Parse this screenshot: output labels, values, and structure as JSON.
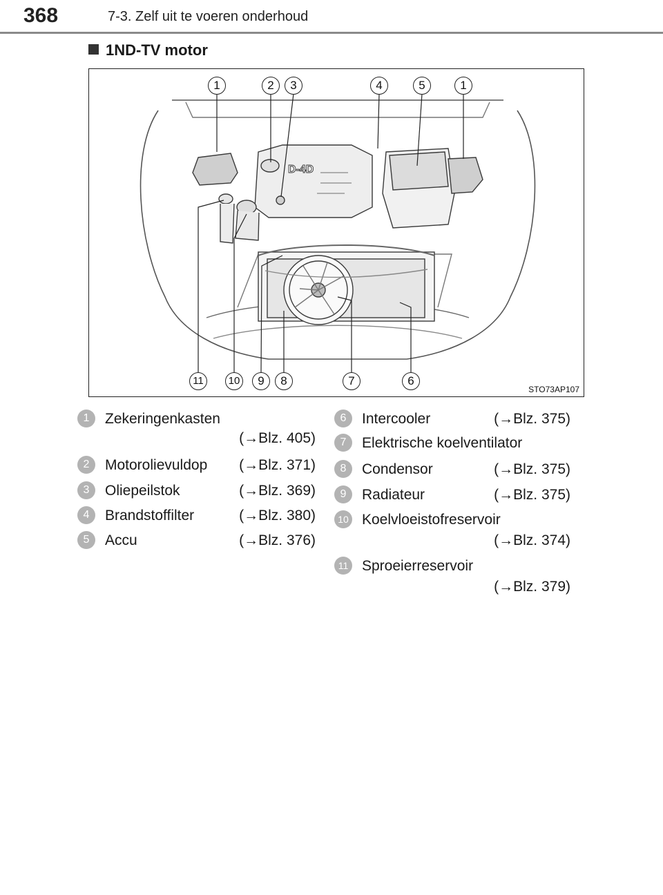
{
  "header": {
    "page_number": "368",
    "chapter_title": "7-3. Zelf uit te voeren onderhoud"
  },
  "section": {
    "title": "1ND-TV motor"
  },
  "figure": {
    "code": "STO73AP107",
    "engine_badge": "D-4D",
    "top_callouts": [
      "1",
      "2",
      "3",
      "4",
      "5",
      "1"
    ],
    "bottom_callouts": [
      "11",
      "10",
      "9",
      "8",
      "7",
      "6"
    ]
  },
  "legend": {
    "left": [
      {
        "num": "1",
        "name": "Zekeringenkasten",
        "ref": "(→Blz. 405)"
      },
      {
        "num": "2",
        "name": "Motorolievuldop",
        "ref": "(→Blz. 371)"
      },
      {
        "num": "3",
        "name": "Oliepeilstok",
        "ref": "(→Blz. 369)"
      },
      {
        "num": "4",
        "name": "Brandstoffilter",
        "ref": "(→Blz. 380)"
      },
      {
        "num": "5",
        "name": "Accu",
        "ref": "(→Blz. 376)"
      }
    ],
    "right": [
      {
        "num": "6",
        "name": "Intercooler",
        "ref": "(→Blz. 375)"
      },
      {
        "num": "7",
        "name": "Elektrische koelventilator",
        "ref": ""
      },
      {
        "num": "8",
        "name": "Condensor",
        "ref": "(→Blz. 375)"
      },
      {
        "num": "9",
        "name": "Radiateur",
        "ref": "(→Blz. 375)"
      },
      {
        "num": "10",
        "name": "Koelvloeistofreservoir",
        "ref": "(→Blz. 374)"
      },
      {
        "num": "11",
        "name": "Sproeierreservoir",
        "ref": "(→Blz. 379)"
      }
    ]
  }
}
